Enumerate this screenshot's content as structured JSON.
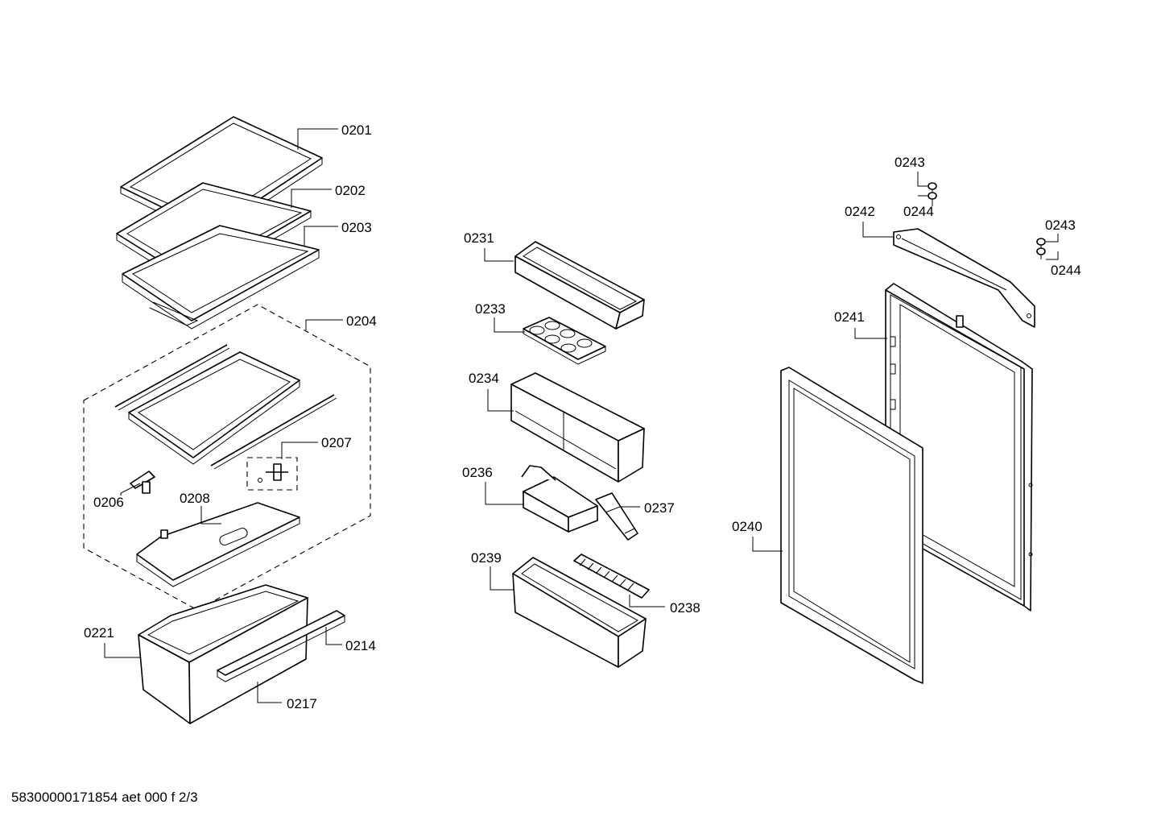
{
  "document_id": "58300000171854 aet 000 f 2/3",
  "callouts": {
    "p0201": "0201",
    "p0202": "0202",
    "p0203": "0203",
    "p0204": "0204",
    "p0206": "0206",
    "p0207": "0207",
    "p0208": "0208",
    "p0214": "0214",
    "p0217": "0217",
    "p0221": "0221",
    "p0231": "0231",
    "p0233": "0233",
    "p0234": "0234",
    "p0236": "0236",
    "p0237": "0237",
    "p0238": "0238",
    "p0239": "0239",
    "p0240": "0240",
    "p0241": "0241",
    "p0242": "0242",
    "p0243a": "0243",
    "p0244a": "0244",
    "p0243b": "0243",
    "p0244b": "0244"
  }
}
